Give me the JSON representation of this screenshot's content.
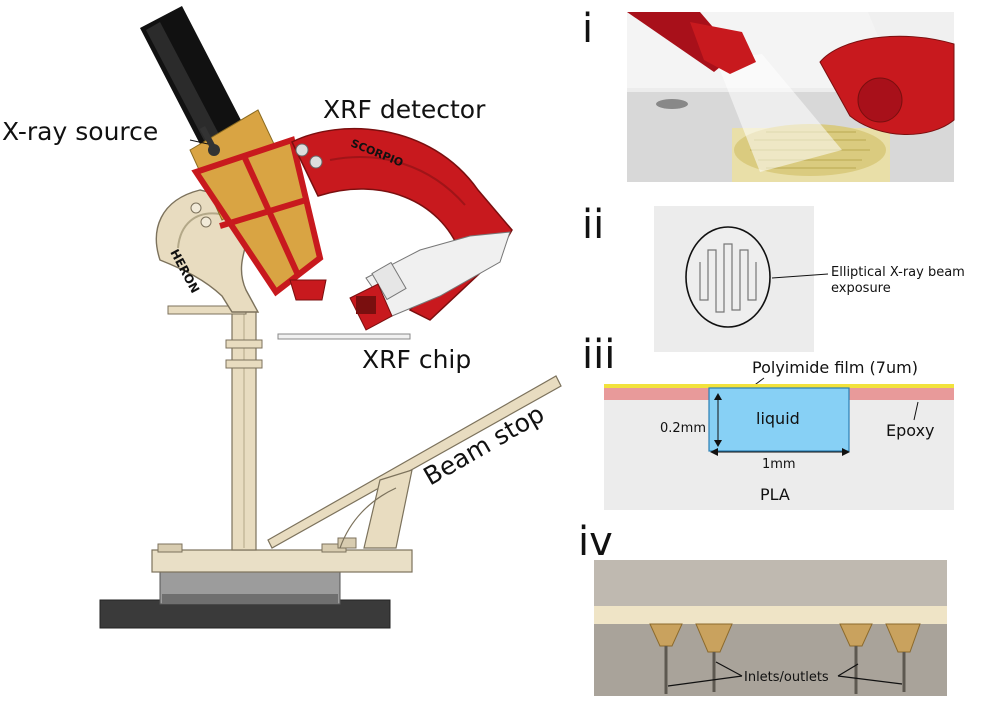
{
  "labels": {
    "xray_source": "X-ray source",
    "xrf_detector": "XRF detector",
    "xrf_chip": "XRF chip",
    "beam_stop": "Beam stop",
    "heron": "HERON",
    "scorpio": "SCORPIO"
  },
  "panels": {
    "i": {
      "roman": "i"
    },
    "ii": {
      "roman": "ii",
      "annotation_line1": "Elliptical X-ray beam",
      "annotation_line2": "exposure"
    },
    "iii": {
      "roman": "iii",
      "film": "Polyimide film (7um)",
      "liquid": "liquid",
      "epoxy": "Epoxy",
      "depth": "0.2mm",
      "width": "1mm",
      "base": "PLA"
    },
    "iv": {
      "roman": "iv",
      "annotation": "Inlets/outlets"
    }
  },
  "colors": {
    "detector_red": "#c8191e",
    "source_gold": "#d9a443",
    "stand_beige": "#e8dcc0",
    "liquid_blue": "#87d0f5",
    "film_yellow": "#f2e23c",
    "epoxy_pink": "#e89a9a"
  }
}
